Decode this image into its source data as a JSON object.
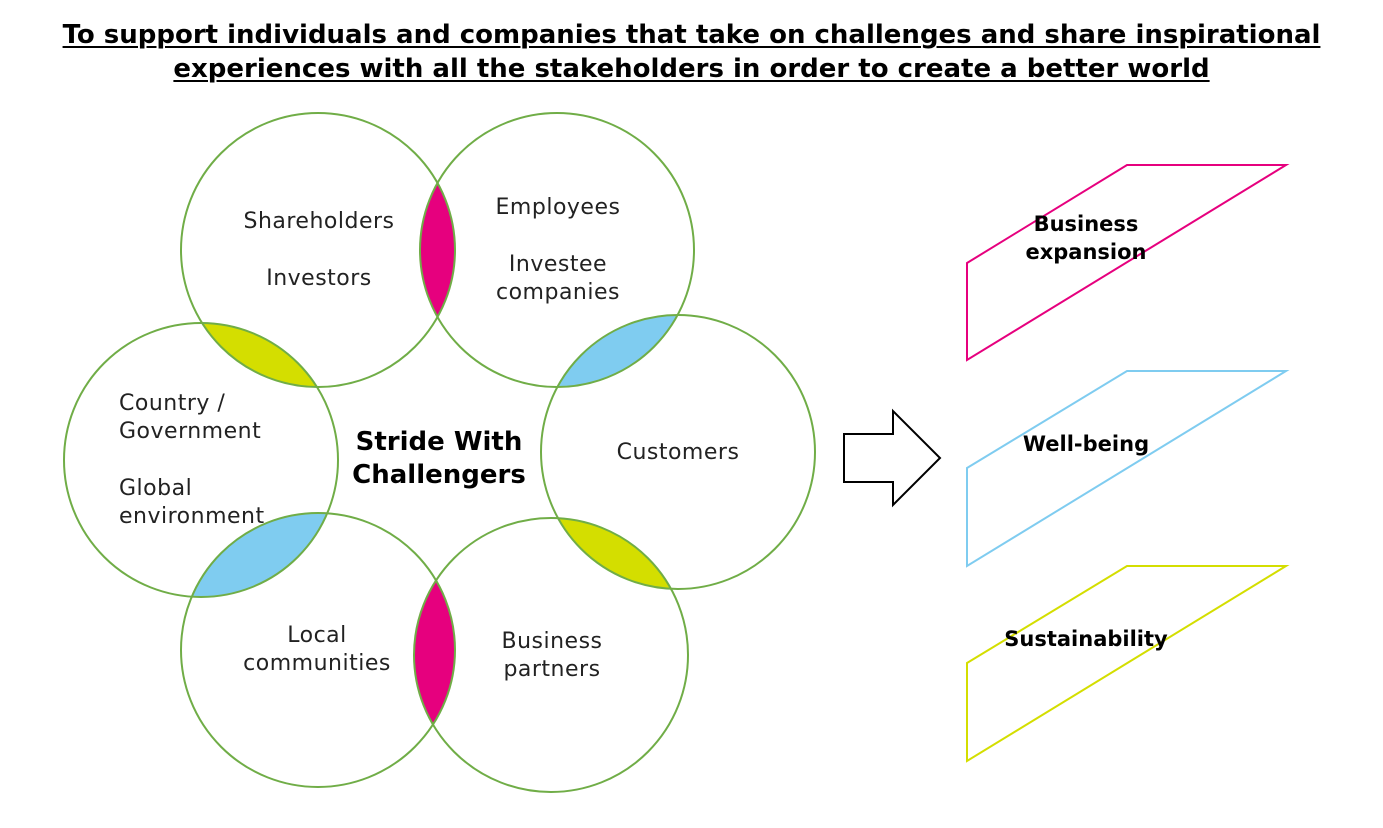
{
  "title": {
    "line1": "To support individuals and companies that take on challenges and share inspirational",
    "line2": "experiences with all the stakeholders in order to create a better world"
  },
  "center": {
    "line1": "Stride With",
    "line2": "Challengers"
  },
  "circles": {
    "shareholders": {
      "line1": "Shareholders",
      "line2": "Investors"
    },
    "employees": {
      "line1": "Employees",
      "line2": "Investee",
      "line3": "companies"
    },
    "country": {
      "line1": "Country /",
      "line2": "Government",
      "line3": "Global",
      "line4": "environment"
    },
    "customers": {
      "line1": "Customers"
    },
    "local": {
      "line1": "Local",
      "line2": "communities"
    },
    "partners": {
      "line1": "Business",
      "line2": "partners"
    }
  },
  "outcomes": {
    "business": {
      "line1": "Business",
      "line2": "expansion"
    },
    "wellbeing": {
      "line1": "Well-being"
    },
    "sustainability": {
      "line1": "Sustainability"
    }
  },
  "colors": {
    "circle_stroke": "#70ad47",
    "magenta": "#e6007e",
    "blue": "#7fccf0",
    "yellow": "#d4de00"
  }
}
